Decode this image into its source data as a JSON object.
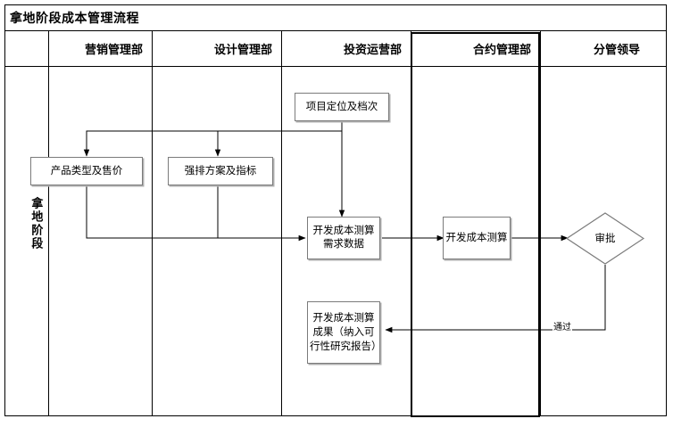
{
  "title": "拿地阶段成本管理流程",
  "stage": {
    "label": "拿地阶段"
  },
  "lanes": [
    {
      "id": "marketing",
      "label": "营销管理部",
      "emphasised": false
    },
    {
      "id": "design",
      "label": "设计管理部",
      "emphasised": false
    },
    {
      "id": "investment",
      "label": "投资运营部",
      "emphasised": false
    },
    {
      "id": "contract",
      "label": "合约管理部",
      "emphasised": true
    },
    {
      "id": "leader",
      "label": "分管领导",
      "emphasised": false
    }
  ],
  "nodes": [
    {
      "id": "n1",
      "lane": "investment",
      "shape": "process",
      "label": "项目定位及档次"
    },
    {
      "id": "n2",
      "lane": "marketing",
      "shape": "process",
      "label": "产品类型及售价"
    },
    {
      "id": "n3",
      "lane": "design",
      "shape": "process",
      "label": "强排方案及指标"
    },
    {
      "id": "n4",
      "lane": "investment",
      "shape": "process",
      "label": "开发成本测算需求数据"
    },
    {
      "id": "n5",
      "lane": "contract",
      "shape": "process",
      "label": "开发成本测算"
    },
    {
      "id": "n6",
      "lane": "leader",
      "shape": "decision",
      "label": "审批"
    },
    {
      "id": "n7",
      "lane": "investment",
      "shape": "process",
      "label": "开发成本测算成果（纳入可行性研究报告）"
    }
  ],
  "edges": [
    {
      "from": "n1",
      "to": "n2",
      "label": ""
    },
    {
      "from": "n1",
      "to": "n3",
      "label": ""
    },
    {
      "from": "n1",
      "to": "n4",
      "label": ""
    },
    {
      "from": "n2",
      "to": "n4",
      "label": ""
    },
    {
      "from": "n3",
      "to": "n4",
      "label": ""
    },
    {
      "from": "n4",
      "to": "n5",
      "label": ""
    },
    {
      "from": "n5",
      "to": "n6",
      "label": ""
    },
    {
      "from": "n6",
      "to": "n7",
      "label": "通过"
    }
  ],
  "edge_labels": {
    "approved": "通过"
  },
  "colors": {
    "line": "#000000",
    "node_border": "#7b7b7b",
    "node_shadow": "#b0b0b0",
    "background": "#ffffff"
  }
}
